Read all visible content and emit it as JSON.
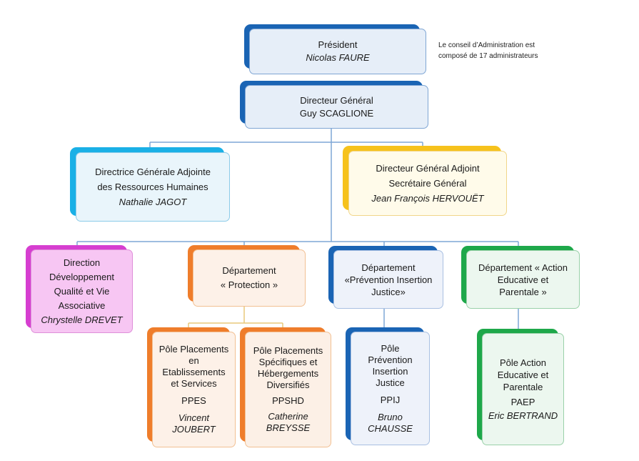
{
  "note": {
    "line1": "Le conseil d’Administration est",
    "line2": "composé  de 17 administrateurs"
  },
  "president": {
    "title": "Président",
    "name": "Nicolas FAURE"
  },
  "dg": {
    "title": "Directeur Général",
    "name": "Guy SCAGLIONE"
  },
  "dga_rh": {
    "line1": "Directrice Générale Adjointe",
    "line2": "des Ressources Humaines",
    "name": "Nathalie JAGOT"
  },
  "dga_sg": {
    "line1": "Directeur Général Adjoint",
    "line2": "Secrétaire Général",
    "name": "Jean François HERVOUËT"
  },
  "direction_qva": {
    "line1": "Direction",
    "line2": "Développement",
    "line3": "Qualité et Vie",
    "line4": "Associative",
    "name": "Chrystelle DREVET"
  },
  "dept_protection": {
    "line1": "Département",
    "line2": "« Protection »"
  },
  "dept_pij": {
    "line1": "Département",
    "line2": "«Prévention Insertion",
    "line3": "Justice»"
  },
  "dept_aep": {
    "line1": "Département « Action",
    "line2": "Educative et",
    "line3": "Parentale »"
  },
  "pole_ppes": {
    "line1": "Pôle Placements",
    "line2": "en",
    "line3": "Etablissements",
    "line4": "et Services",
    "code": "PPES",
    "name": "Vincent JOUBERT"
  },
  "pole_ppshd": {
    "line1": "Pôle Placements",
    "line2": "Spécifiques et",
    "line3": "Hébergements",
    "line4": "Diversifiés",
    "code": "PPSHD",
    "name1": "Catherine",
    "name2": "BREYSSE"
  },
  "pole_ppij": {
    "line1": "Pôle",
    "line2": "Prévention",
    "line3": "Insertion",
    "line4": "Justice",
    "code": "PPIJ",
    "name": "Bruno CHAUSSE"
  },
  "pole_paep": {
    "line1": "Pôle Action",
    "line2": "Educative et",
    "line3": "Parentale",
    "code": "PAEP",
    "name": "Eric BERTRAND"
  },
  "colors": {
    "connector": "#7ea7d6",
    "connector_orange": "#e8c87a",
    "blue": "#1a64b4",
    "cyan": "#1ab0e6",
    "yellow": "#f6c21c",
    "magenta": "#d63ed0",
    "orange": "#ef7d2b",
    "green": "#1ea84a"
  }
}
